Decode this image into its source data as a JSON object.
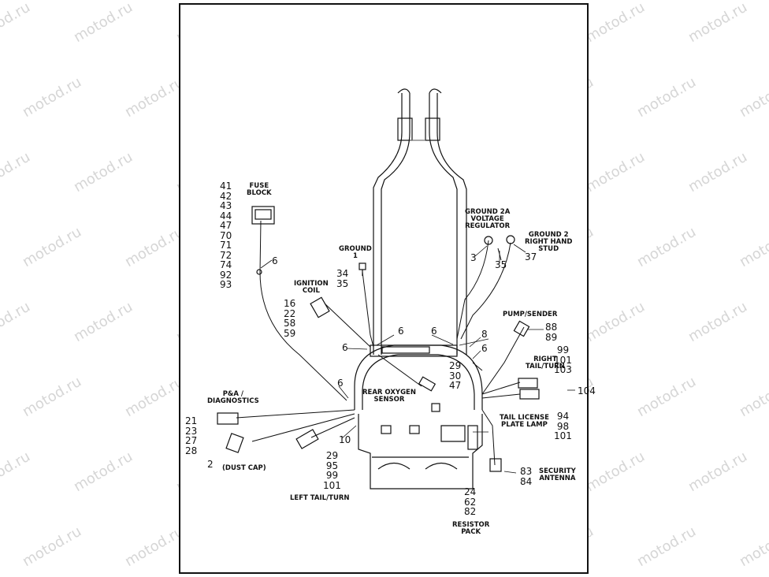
{
  "watermark": "motod.ru",
  "labels": {
    "fuse_block": [
      "FUSE",
      "BLOCK"
    ],
    "ground_1": [
      "GROUND",
      "1"
    ],
    "ground_2a": [
      "GROUND 2A",
      "VOLTAGE",
      "REGULATOR"
    ],
    "ground_2": [
      "GROUND 2",
      "RIGHT HAND",
      "STUD"
    ],
    "ignition_coil": [
      "IGNITION",
      "COIL"
    ],
    "pump_sender": [
      "PUMP/SENDER"
    ],
    "right_tail_turn": [
      "RIGHT",
      "TAIL/TURN"
    ],
    "rear_oxygen_sensor": [
      "REAR OXYGEN",
      "SENSOR"
    ],
    "pa_diagnostics": [
      "P&A /",
      "DIAGNOSTICS"
    ],
    "tail_license_plate_lamp": [
      "TAIL LICENSE",
      "PLATE LAMP"
    ],
    "dust_cap": "(DUST CAP)",
    "left_tail_turn": "LEFT TAIL/TURN",
    "security_antenna": [
      "SECURITY",
      "ANTENNA"
    ],
    "resistor_pack": [
      "RESISTOR",
      "PACK"
    ]
  },
  "numbers": {
    "fuse_block": [
      "41",
      "42",
      "43",
      "44",
      "47",
      "70",
      "71",
      "72",
      "74",
      "92",
      "93"
    ],
    "fuse_6": "6",
    "ground_1": [
      "34",
      "35"
    ],
    "ignition_coil": [
      "16",
      "22",
      "58",
      "59"
    ],
    "ground_2a": "3",
    "ground_2a_35": "35",
    "ground_2": "37",
    "pump_sender": [
      "88",
      "89"
    ],
    "right_tail_turn": [
      "99",
      "101",
      "103"
    ],
    "n104": "104",
    "tail_license": [
      "94",
      "98",
      "101"
    ],
    "security_antenna": [
      "83",
      "84"
    ],
    "resistor_pack": [
      "24",
      "62",
      "82"
    ],
    "left_tail_turn": [
      "29",
      "95",
      "99",
      "101"
    ],
    "pa_diagnostics": [
      "21",
      "23",
      "27",
      "28"
    ],
    "dust_cap": "2",
    "oxygen_sensor": [
      "29",
      "30",
      "47"
    ],
    "n10": "10",
    "n6_left": "6",
    "n6_mid_left": "6",
    "n6_top_left": "6",
    "n6_top_right": "6",
    "n6_right": "6",
    "n8": "8"
  }
}
